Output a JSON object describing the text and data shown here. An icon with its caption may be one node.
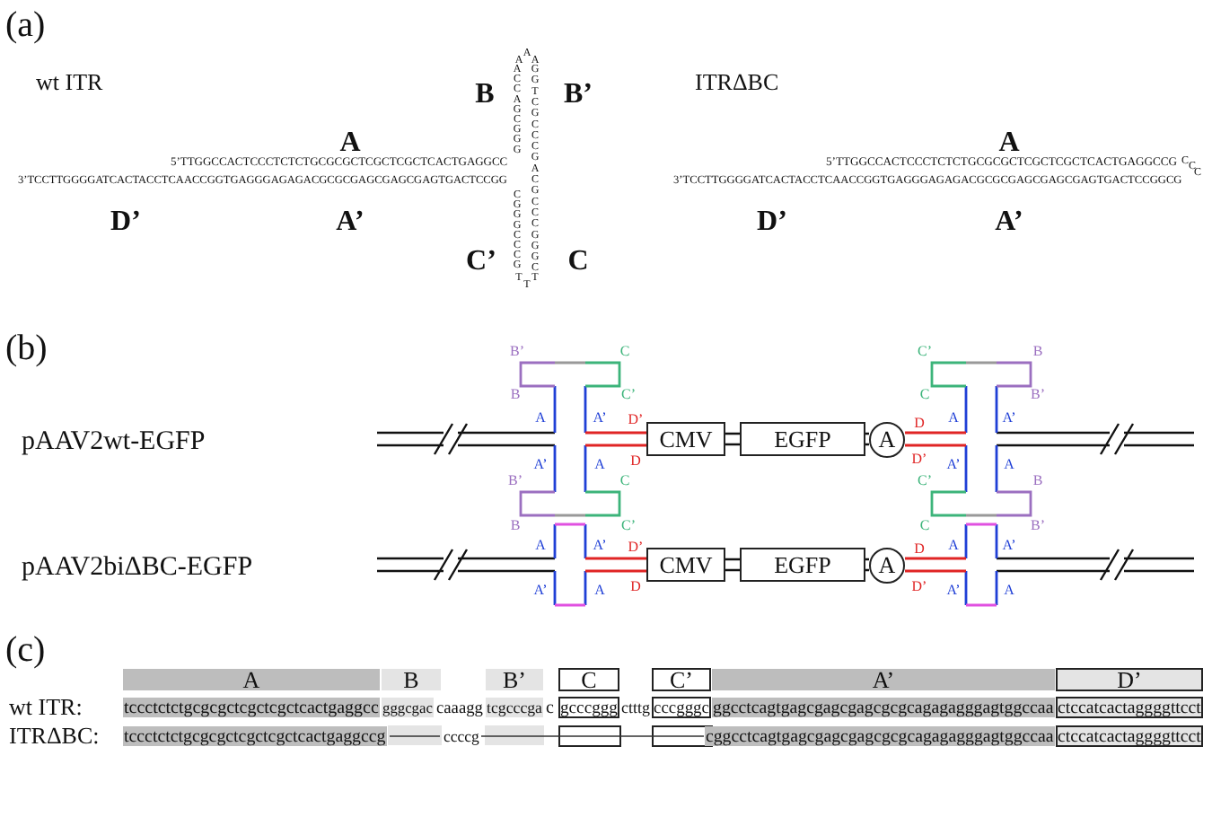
{
  "diagram": {
    "nodes": [
      {
        "text": [
          "CMV"
        ]
      },
      {
        "text": [
          "EGFP"
        ]
      },
      {
        "text": [
          "A"
        ]
      },
      {
        "text": [
          "CMV"
        ]
      },
      {
        "text": [
          "EGFP"
        ]
      },
      {
        "text": [
          "A"
        ]
      }
    ],
    "edges": [
      {
        "from": 0,
        "to": 1,
        "arrow": "none"
      },
      {
        "from": 1,
        "to": 2,
        "arrow": "none"
      },
      {
        "from": 3,
        "to": 4,
        "arrow": "none"
      },
      {
        "from": 4,
        "to": 5,
        "arrow": "none"
      }
    ],
    "labels": [
      "(a)",
      "wt ITR",
      "B",
      "B’",
      "ITRΔBC",
      "A",
      "A",
      "ACCAGCGGG",
      "AAA",
      "GGTCGCCCGACGCCCGGGC",
      "5’TTGGCCACTCCCTCTCTGCGCGCTCGCTCGCTCACTGAGGCC",
      "3’TCCTTGGGGATCACTACCTCAACCGGTGAGGGAGAGACGCGCGAGCGAGCGAGTGACTCCGG",
      "5’TTGGCCACTCCCTCTCTGCGCGCTCGCTCGCTCACTGAGGCCG",
      "CCC",
      "3’TCCTTGGGGATCACTACCTCAACCGGTGAGGGAGAGACGCGCGAGCGAGCGAGTGACTCCGGCG",
      "CGGGCCCG",
      "TTT",
      "D’",
      "A’",
      "C’",
      "C",
      "D’",
      "A’",
      "(b)",
      "pAAV2wt-EGFP",
      "B’",
      "C",
      "B",
      "C’",
      "A",
      "A’",
      "D’",
      "A’",
      "A",
      "D",
      "B’",
      "C",
      "B",
      "C’",
      "C’",
      "B",
      "C",
      "B’",
      "D",
      "A",
      "A’",
      "D’",
      "A’",
      "A",
      "C’",
      "B",
      "C",
      "B’",
      "pAAV2biΔBC-EGFP",
      "A",
      "A’",
      "D’",
      "A’",
      "A",
      "D",
      "D",
      "A",
      "A’",
      "D’",
      "A’",
      "A",
      "(c)",
      "A",
      "B",
      "B’",
      "C",
      "C’",
      "A’",
      "D’",
      "wt ITR:",
      "tccctctctgcgcgctcgctcgctcactgaggcc",
      "gggcgac",
      "caaagg",
      "tcgcccga",
      "c",
      "gcccggg",
      "ctttg",
      "cccgggc",
      "ggcctcagtgagcgagcgagcgcgcagagagggagtggccaa",
      "ctccatcactaggggttcct",
      "ITRΔBC:",
      "tccctctctgcgcgctcgctcgctcactgaggccg",
      "ccccg",
      "cggcctcagtgagcgagcgagcgcgcagagagggagtggccaa",
      "ctccatcactaggggttcct"
    ]
  }
}
